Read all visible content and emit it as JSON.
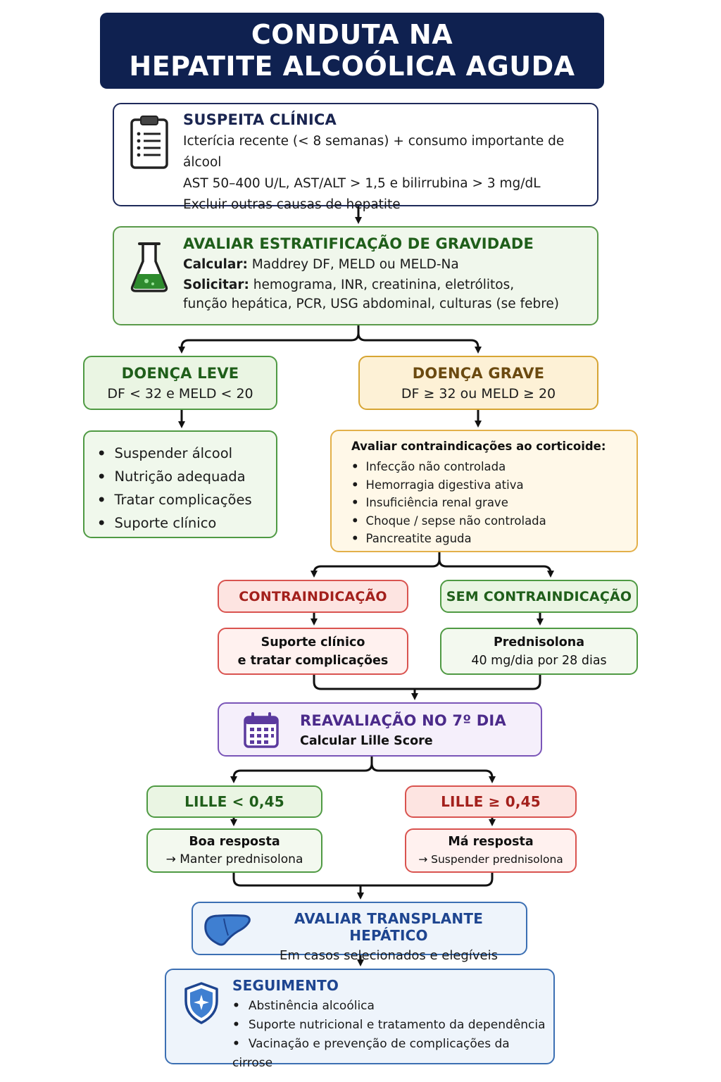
{
  "title": {
    "line1": "CONDUTA NA",
    "line2": "HEPATITE ALCOÓLICA AGUDA"
  },
  "suspeita": {
    "heading": "SUSPEITA CLÍNICA",
    "icon": "clipboard-icon",
    "lines": [
      "Icterícia recente (< 8 semanas) + consumo importante de álcool",
      "AST 50–400 U/L, AST/ALT > 1,5 e bilirrubina > 3 mg/dL",
      "Excluir outras causas de hepatite"
    ]
  },
  "gravidade": {
    "heading": "AVALIAR ESTRATIFICAÇÃO DE GRAVIDADE",
    "icon": "flask-icon",
    "calc_label": "Calcular:",
    "calc_text": " Maddrey DF, MELD ou MELD-Na",
    "solic_label": "Solicitar:",
    "solic_text": " hemograma, INR, creatinina, eletrólitos,",
    "solic_text2": "função hepática, PCR, USG abdominal, culturas (se febre)"
  },
  "leve": {
    "heading": "DOENÇA LEVE",
    "criteria": "DF < 32 e MELD < 20",
    "items": [
      "Suspender álcool",
      "Nutrição adequada",
      "Tratar complicações",
      "Suporte clínico"
    ]
  },
  "grave": {
    "heading": "DOENÇA GRAVE",
    "criteria": "DF ≥ 32 ou MELD ≥ 20",
    "contra_title": "Avaliar contraindicações ao corticoide:",
    "contra_items": [
      "Infecção não controlada",
      "Hemorragia digestiva ativa",
      "Insuficiência renal grave",
      "Choque / sepse não controlada",
      "Pancreatite aguda"
    ]
  },
  "contra": {
    "heading": "CONTRAINDICAÇÃO",
    "line1": "Suporte clínico",
    "line2": "e tratar complicações"
  },
  "sem_contra": {
    "heading": "SEM CONTRAINDICAÇÃO",
    "line1": "Prednisolona",
    "line2": "40 mg/dia por 28 dias"
  },
  "reaval": {
    "heading": "REAVALIAÇÃO NO 7º DIA",
    "sub": "Calcular Lille Score",
    "icon": "calendar-icon"
  },
  "lille_low": {
    "heading": "LILLE < 0,45",
    "line1": "Boa resposta",
    "line2": "→ Manter prednisolona"
  },
  "lille_high": {
    "heading": "LILLE ≥ 0,45",
    "line1": "Má resposta",
    "line2": "→ Suspender prednisolona"
  },
  "transplante": {
    "heading": "AVALIAR TRANSPLANTE HEPÁTICO",
    "sub": "Em casos selecionados e elegíveis",
    "icon": "liver-icon"
  },
  "seguimento": {
    "heading": "SEGUIMENTO",
    "icon": "shield-icon",
    "items": [
      "Abstinência alcoólica",
      "Suporte nutricional e tratamento da dependência",
      "Vacinação e prevenção de complicações da cirrose"
    ]
  },
  "colors": {
    "navy": "#0f2150",
    "green": "#4f9a43",
    "green_text": "#1f5e1a",
    "amber": "#d7a533",
    "amber_text": "#6b4a10",
    "red": "#d9534f",
    "red_text": "#a3201c",
    "purple": "#7a55b8",
    "purple_text": "#4b2a8a",
    "blue": "#3b6fb3",
    "blue_text": "#1e4590"
  }
}
